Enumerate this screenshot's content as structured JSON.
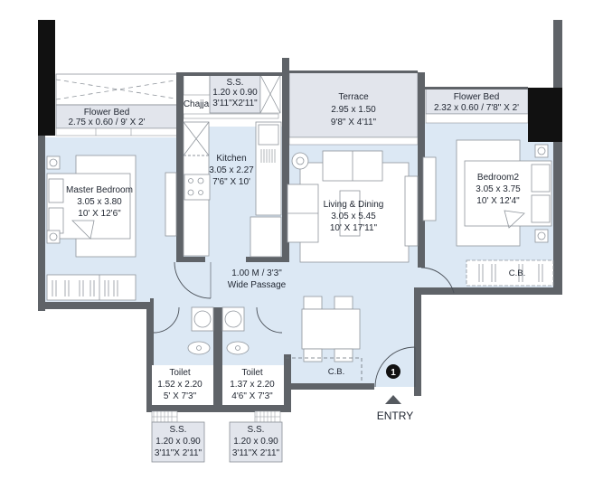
{
  "plan": {
    "rooms": {
      "flower_bed_left": {
        "name": "Flower Bed",
        "dims": "2.75 x 0.60 / 9' X 2'"
      },
      "chajja": {
        "name": "Chajja"
      },
      "ss_top": {
        "name": "S.S.",
        "metric": "1.20 x 0.90",
        "imperial": "3'11\"X2'11\""
      },
      "terrace": {
        "name": "Terrace",
        "metric": "2.95 x 1.50",
        "imperial": "9'8\" X 4'11\""
      },
      "flower_bed_right": {
        "name": "Flower Bed",
        "dims": "2.32 x 0.60 / 7'8\" X 2'"
      },
      "master_bedroom": {
        "name": "Master  Bedroom",
        "metric": "3.05 x 3.80",
        "imperial": "10' X 12'6\""
      },
      "kitchen": {
        "name": "Kitchen",
        "metric": "3.05 x 2.27",
        "imperial": "7'6\" X 10'"
      },
      "living_dining": {
        "name": "Living & Dining",
        "metric": "3.05 x 5.45",
        "imperial": "10' X 17'11\""
      },
      "bedroom2": {
        "name": "Bedroom2",
        "metric": "3.05 x 3.75",
        "imperial": "10' X 12'4\""
      },
      "passage": {
        "line1": "1.00 M / 3'3\"",
        "line2": "Wide Passage"
      },
      "cb_right": {
        "name": "C.B."
      },
      "cb_entry": {
        "name": "C.B."
      },
      "toilet1": {
        "name": "Toilet",
        "metric": "1.52 x 2.20",
        "imperial": "5' X 7'3\""
      },
      "toilet2": {
        "name": "Toilet",
        "metric": "1.37 x 2.20",
        "imperial": "4'6\" X 7'3\""
      },
      "ss_bottom_left": {
        "name": "S.S.",
        "metric": "1.20 x 0.90",
        "imperial": "3'11\"X 2'11\""
      },
      "ss_bottom_right": {
        "name": "S.S.",
        "metric": "1.20 x 0.90",
        "imperial": "3'11\"X 2'11\""
      }
    },
    "entry": {
      "label": "ENTRY",
      "marker": "1"
    },
    "colors": {
      "floor": "#dce8f4",
      "wall": "#5f6368",
      "wall_dark": "#111111",
      "exterior": "#e2e5ec"
    }
  }
}
